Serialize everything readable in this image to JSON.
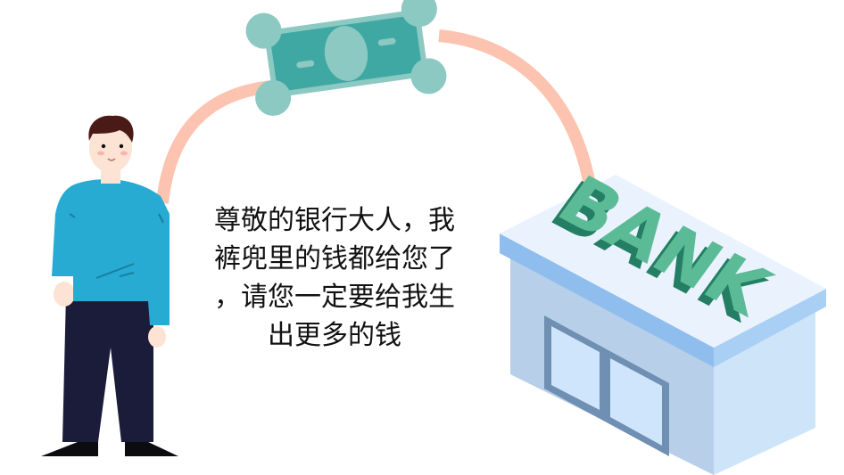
{
  "caption": {
    "lines": [
      "尊敬的银行大人，我",
      "裤兜里的钱都给您了",
      "，请您一定要给我生",
      "出更多的钱"
    ]
  },
  "bank": {
    "sign_text": "BANK",
    "letters": [
      "B",
      "A",
      "N",
      "K"
    ]
  },
  "colors": {
    "background": "#ffffff",
    "arc": "#fcc4b0",
    "bill_dark": "#3fa8a3",
    "bill_light": "#8cc9c2",
    "shirt": "#27abd3",
    "pants": "#1a1c3a",
    "hair": "#4a1a17",
    "skin": "#fde3d3",
    "bank_roof": "#eaf3fd",
    "bank_roof_edge": "#8fbeee",
    "bank_wall_front": "#b7cfe8",
    "bank_wall_side": "#cde4f9",
    "bank_window_frame": "#6f8fb3",
    "bank_window_glass": "#cfe5fb",
    "sign_dark": "#237e63",
    "sign_light": "#5bbb97",
    "sign_top": "#b7d6cb",
    "text": "#111111"
  }
}
